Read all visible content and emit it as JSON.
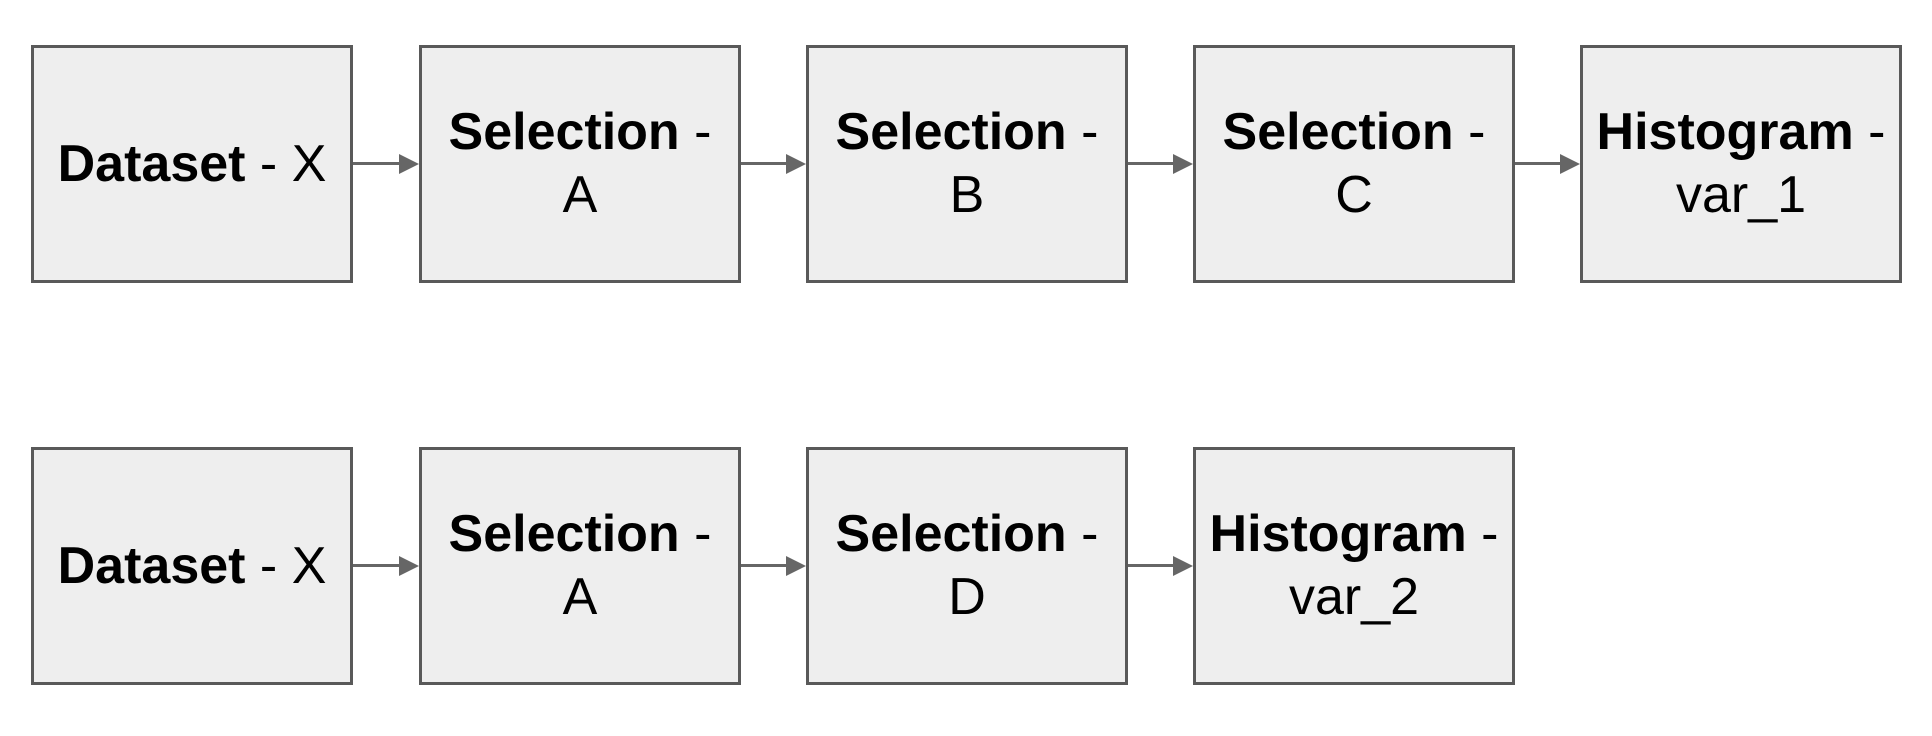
{
  "diagram": {
    "colors": {
      "background": "#ffffff",
      "node_fill": "#eeeeee",
      "node_border": "#595959",
      "arrow": "#666666",
      "text": "#000000"
    },
    "rows": [
      {
        "nodes": [
          {
            "type": "Dataset",
            "sep": " - X",
            "value": ""
          },
          {
            "type": "Selection",
            "sep": " -",
            "value": "A"
          },
          {
            "type": "Selection",
            "sep": " -",
            "value": "B"
          },
          {
            "type": "Selection",
            "sep": " -",
            "value": "C"
          },
          {
            "type": "Histogram",
            "sep": " -",
            "value": "var_1"
          }
        ]
      },
      {
        "nodes": [
          {
            "type": "Dataset",
            "sep": " - X",
            "value": ""
          },
          {
            "type": "Selection",
            "sep": " -",
            "value": "A"
          },
          {
            "type": "Selection",
            "sep": " -",
            "value": "D"
          },
          {
            "type": "Histogram",
            "sep": " -",
            "value": "var_2"
          }
        ]
      }
    ]
  }
}
